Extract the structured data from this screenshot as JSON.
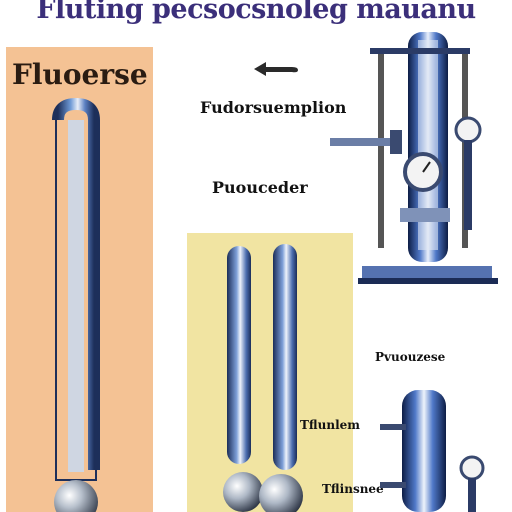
{
  "title": "Fluting pecsocsnoleg mauanu",
  "panels": {
    "left_label": "Fluoerse",
    "mid_label_1": "Fudorsuemplion",
    "mid_label_2": "Puouceder",
    "right_label": "Pvuouzese",
    "callout_1": "Tflunlem",
    "callout_2": "Tflinsnee"
  },
  "colors": {
    "title": "#3b2f7a",
    "left_panel": "#f4c294",
    "mid_panel": "#f1e4a2",
    "tube_blue": "#4a6fb8",
    "steel": "#9aa6b6"
  },
  "icons": [
    "arrow-left-icon",
    "pressure-gauge-icon",
    "tube-icon",
    "bulb-icon"
  ]
}
